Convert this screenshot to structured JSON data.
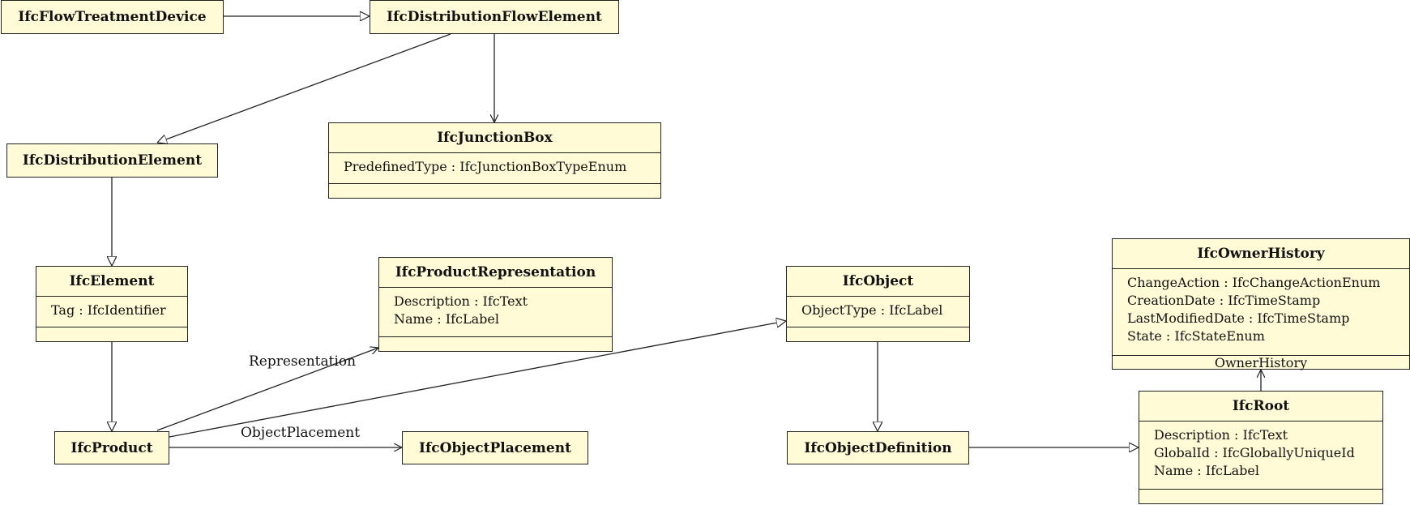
{
  "classes": {
    "flow_treatment_device": {
      "name": "IfcFlowTreatmentDevice"
    },
    "distribution_flow_element": {
      "name": "IfcDistributionFlowElement"
    },
    "distribution_element": {
      "name": "IfcDistributionElement"
    },
    "junction_box": {
      "name": "IfcJunctionBox",
      "attributes": [
        "PredefinedType : IfcJunctionBoxTypeEnum"
      ]
    },
    "element": {
      "name": "IfcElement",
      "attributes": [
        "Tag : IfcIdentifier"
      ]
    },
    "product_representation": {
      "name": "IfcProductRepresentation",
      "attributes": [
        "Description : IfcText",
        "Name : IfcLabel"
      ]
    },
    "object": {
      "name": "IfcObject",
      "attributes": [
        "ObjectType : IfcLabel"
      ]
    },
    "owner_history": {
      "name": "IfcOwnerHistory",
      "attributes": [
        "ChangeAction : IfcChangeActionEnum",
        "CreationDate : IfcTimeStamp",
        "LastModifiedDate : IfcTimeStamp",
        "State : IfcStateEnum"
      ],
      "association": "OwnerHistory"
    },
    "product": {
      "name": "IfcProduct"
    },
    "object_placement": {
      "name": "IfcObjectPlacement"
    },
    "object_definition": {
      "name": "IfcObjectDefinition"
    },
    "root": {
      "name": "IfcRoot",
      "attributes": [
        "Description : IfcText",
        "GlobalId : IfcGloballyUniqueId",
        "Name : IfcLabel"
      ]
    }
  },
  "edge_labels": {
    "representation": "Representation",
    "object_placement": "ObjectPlacement"
  },
  "colors": {
    "class_fill": "#fffbd6",
    "line": "#222222"
  }
}
